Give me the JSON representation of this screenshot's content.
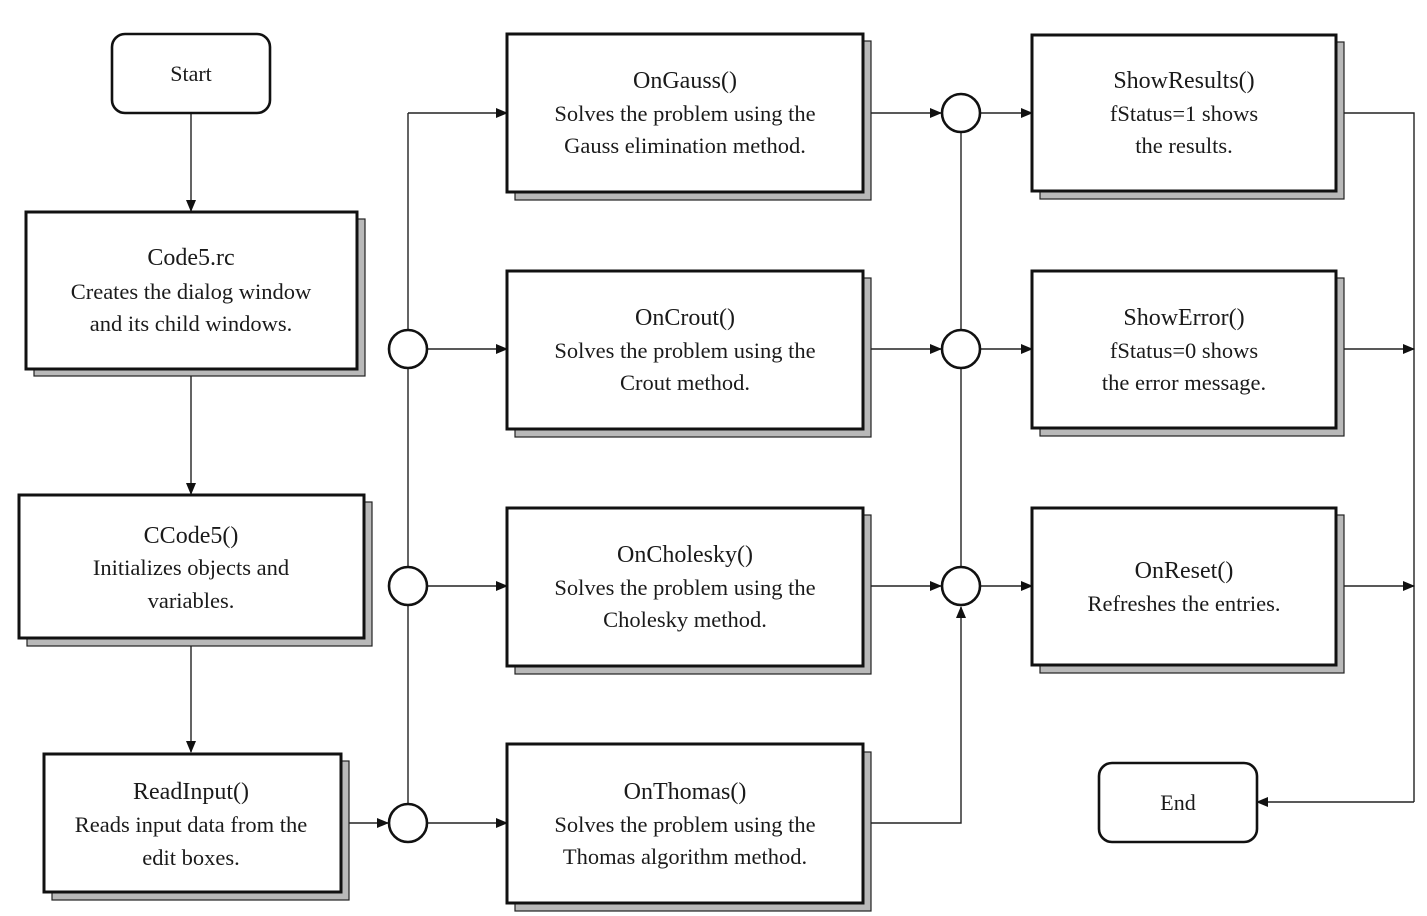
{
  "start": {
    "label": "Start"
  },
  "end": {
    "label": "End"
  },
  "left_column": [
    {
      "title": "Code5.rc",
      "lines": [
        "Creates the dialog window",
        "and its child windows."
      ]
    },
    {
      "title": "CCode5()",
      "lines": [
        "Initializes objects and",
        "variables."
      ]
    },
    {
      "title": "ReadInput()",
      "lines": [
        "Reads input data from the",
        "edit boxes."
      ]
    }
  ],
  "methods": [
    {
      "title": "OnGauss()",
      "lines": [
        "Solves the problem using the",
        "Gauss elimination method."
      ]
    },
    {
      "title": "OnCrout()",
      "lines": [
        "Solves the problem using the",
        "Crout method."
      ]
    },
    {
      "title": "OnCholesky()",
      "lines": [
        "Solves the problem using the",
        "Cholesky method."
      ]
    },
    {
      "title": "OnThomas()",
      "lines": [
        "Solves the problem using the",
        "Thomas algorithm method."
      ]
    }
  ],
  "outputs": [
    {
      "title": "ShowResults()",
      "lines": [
        "fStatus=1 shows",
        "the results."
      ]
    },
    {
      "title": "ShowError()",
      "lines": [
        "fStatus=0 shows",
        "the error message."
      ]
    },
    {
      "title": "OnReset()",
      "lines": [
        "Refreshes the entries."
      ]
    }
  ],
  "colors": {
    "stroke": "#111111",
    "shadow": "#b9b9b9",
    "background": "#ffffff"
  }
}
